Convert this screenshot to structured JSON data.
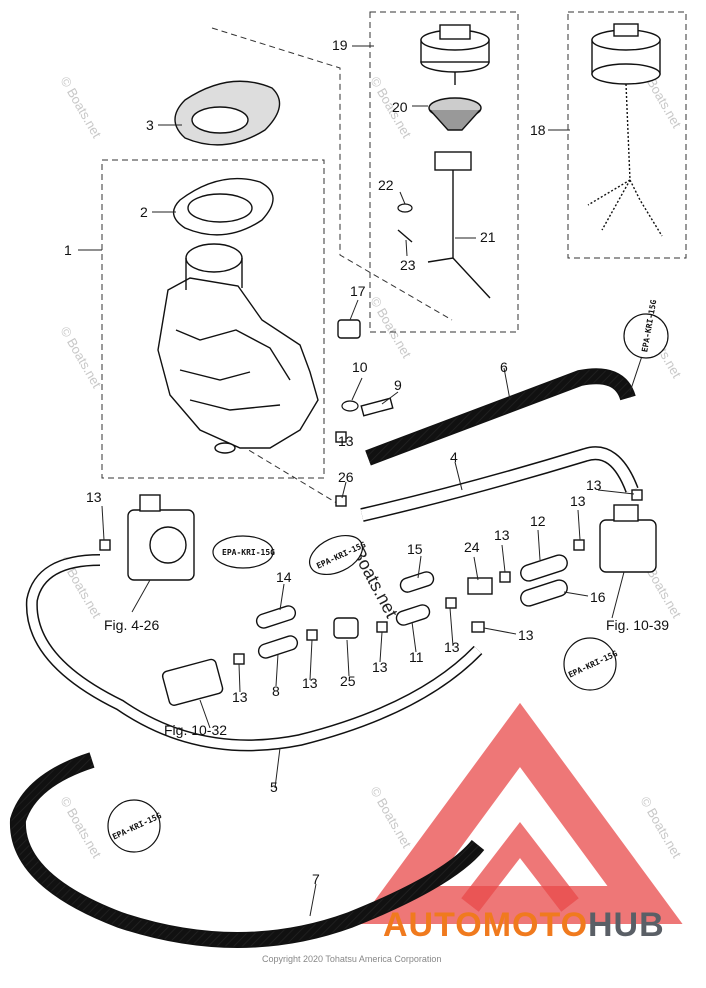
{
  "labels": [
    "1",
    "2",
    "3",
    "4",
    "5",
    "6",
    "7",
    "8",
    "9",
    "10",
    "11",
    "12",
    "13",
    "14",
    "15",
    "16",
    "17",
    "18",
    "19",
    "20",
    "21",
    "22",
    "23",
    "24",
    "25",
    "26"
  ],
  "figure_refs": [
    "Fig. 4-26",
    "Fig. 10-39",
    "Fig. 10-32"
  ],
  "stamps": [
    "EPA-KRI-15G"
  ],
  "watermark": "© Boats.net",
  "watermark_center": "Boats.net",
  "copyright": "Copyright 2020 Tohatsu America Corporation",
  "brand": {
    "part1": "AUTOMOTO",
    "part2": "HUB",
    "color_accent": "#f07a1e",
    "color_dark": "#5a5f66"
  }
}
